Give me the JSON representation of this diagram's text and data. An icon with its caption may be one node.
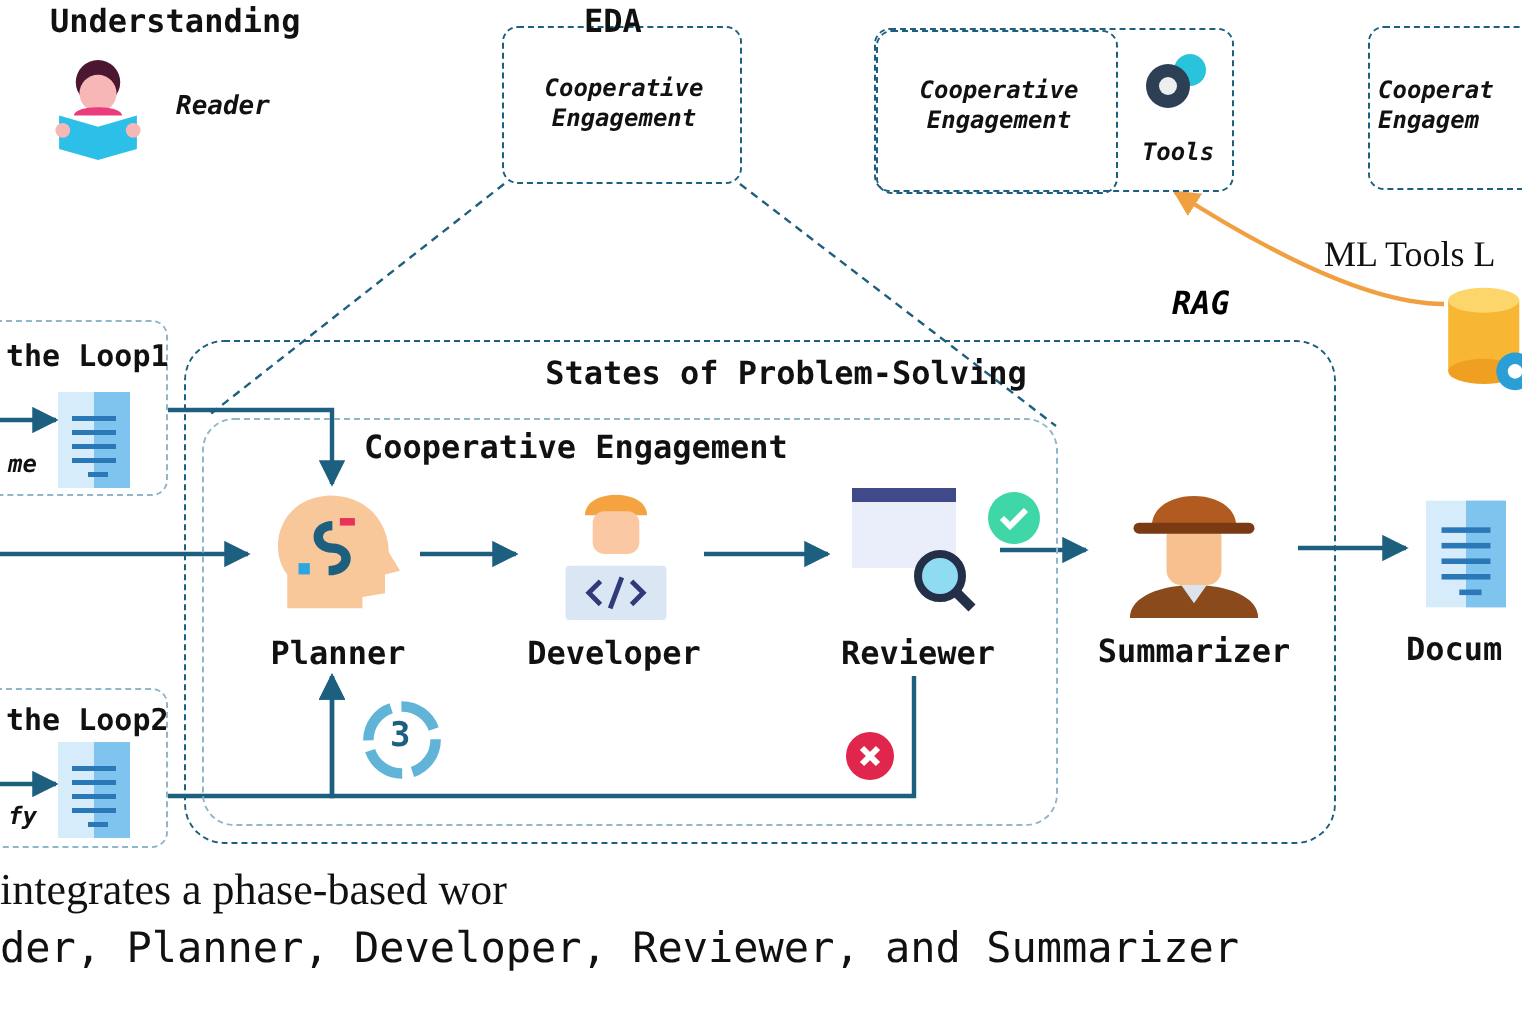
{
  "diagram": {
    "nodes": [
      {
        "text": [
          "Cooperative Engagement"
        ]
      },
      {
        "text": [],
        "shape": "box"
      },
      {
        "text": [
          "Cooperative Engagement"
        ],
        "in": 1
      },
      {
        "text": [
          "Tools"
        ],
        "in": 1
      },
      {
        "text": [
          "Cooperat Engagem"
        ]
      },
      {
        "text": [
          "ML Tools L"
        ]
      },
      {
        "text": [
          "the Loop1",
          "me"
        ]
      },
      {
        "text": [],
        "shape": "picture",
        "in": 6
      },
      {
        "text": [
          "the Loop2",
          "fy"
        ]
      },
      {
        "text": [],
        "shape": "picture",
        "in": 8
      },
      {
        "text": [
          "States of Problem-Solving"
        ]
      },
      {
        "text": [
          "Cooperative Engagement"
        ],
        "in": 10
      },
      {
        "text": [
          "Planner"
        ],
        "in": 11
      },
      {
        "text": [
          "Developer"
        ],
        "in": 11
      },
      {
        "text": [
          "Reviewer"
        ],
        "in": 11
      },
      {
        "text": [
          "Summarizer"
        ],
        "in": 10
      },
      {
        "text": [
          "Docum"
        ]
      }
    ],
    "edges": [
      {
        "from": 0,
        "to": 11,
        "arrow": "none",
        "style": "dashed"
      },
      {
        "from": 0,
        "to": 11,
        "arrow": "none",
        "style": "dashed"
      },
      {
        "from": 5,
        "to": 3,
        "arrow": "to",
        "label": "RAG",
        "color": "#f0a040"
      },
      {
        "from": 6,
        "to": 12,
        "arrow": "to"
      },
      {
        "from": null,
        "to": 12,
        "arrow": "to"
      },
      {
        "from": 12,
        "to": 13,
        "arrow": "to"
      },
      {
        "from": 13,
        "to": 14,
        "arrow": "to"
      },
      {
        "from": 14,
        "to": 15,
        "arrow": "to"
      },
      {
        "from": 15,
        "to": 16,
        "arrow": "to"
      },
      {
        "from": 14,
        "to": 12,
        "arrow": "to"
      },
      {
        "from": 8,
        "to": 12,
        "arrow": "to"
      },
      {
        "from": null,
        "to": 7,
        "arrow": "to"
      },
      {
        "from": null,
        "to": 9,
        "arrow": "to"
      }
    ],
    "labels": [
      "Understanding",
      "EDA",
      "Reader",
      "3",
      "integrates a phase-based wor",
      "der, Planner, Developer, Reviewer, and Summarizer"
    ]
  }
}
